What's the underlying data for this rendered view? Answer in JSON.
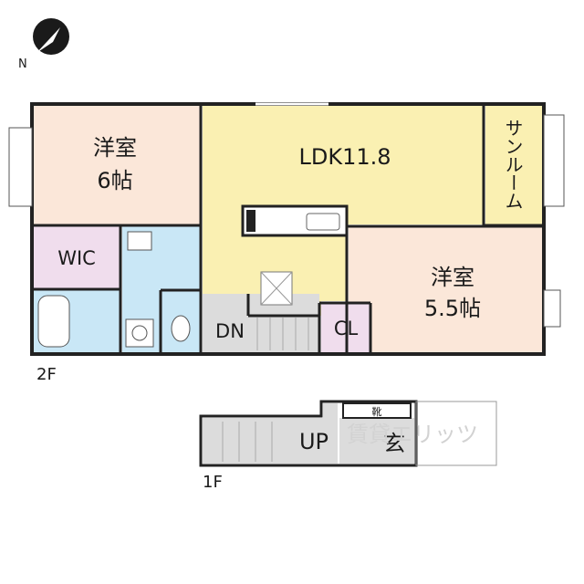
{
  "compass": {
    "north_label": "N"
  },
  "floors": {
    "upper": {
      "label": "2F"
    },
    "lower": {
      "label": "1F"
    }
  },
  "rooms": {
    "western_room_a": {
      "name": "洋室",
      "size": "6帖"
    },
    "ldk": {
      "name": "LDK11.8"
    },
    "sunroom": {
      "name": "サンルーム"
    },
    "western_room_b": {
      "name": "洋室",
      "size": "5.5帖"
    },
    "wic": {
      "name": "WIC"
    },
    "closet": {
      "name": "CL"
    },
    "stairs_down": {
      "name": "DN"
    },
    "stairs_up": {
      "name": "UP"
    },
    "entrance": {
      "name": "玄"
    },
    "shoe_box": {
      "name": "靴"
    }
  },
  "watermark": {
    "text": "賃貸エリッツ"
  },
  "colors": {
    "western_room": "#fbe7d9",
    "ldk": "#faf0b2",
    "wic_closet": "#f0dded",
    "wet_area": "#c9e7f6",
    "stairs": "#dcdcdc",
    "wall": "#222222"
  }
}
